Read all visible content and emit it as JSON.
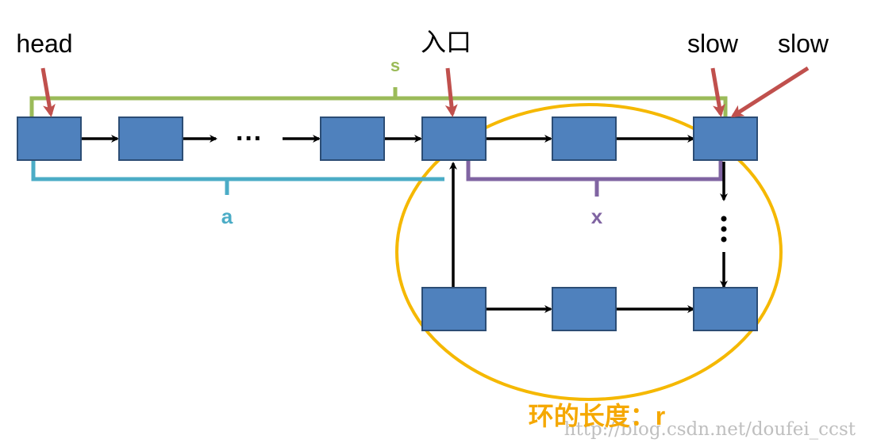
{
  "labels": {
    "head": "head",
    "entry": "入口",
    "slow_first": "slow",
    "slow_second": "slow",
    "s": "s",
    "a": "a",
    "x": "x",
    "dots_row": "···",
    "dots_col": "⋮",
    "loop_length": "环的长度：r"
  },
  "watermark": "http://blog.csdn.net/doufei_ccst",
  "colors": {
    "node_fill": "#4f81bd",
    "node_stroke": "#2c4d75",
    "arrow": "#000000",
    "pointer": "#c0504d",
    "s_bracket": "#9bbb59",
    "a_bracket": "#4bacc6",
    "x_bracket": "#8064a2",
    "circle": "#f5b800",
    "loop_text": "#f5a800",
    "watermark": "#b4b4b4"
  }
}
